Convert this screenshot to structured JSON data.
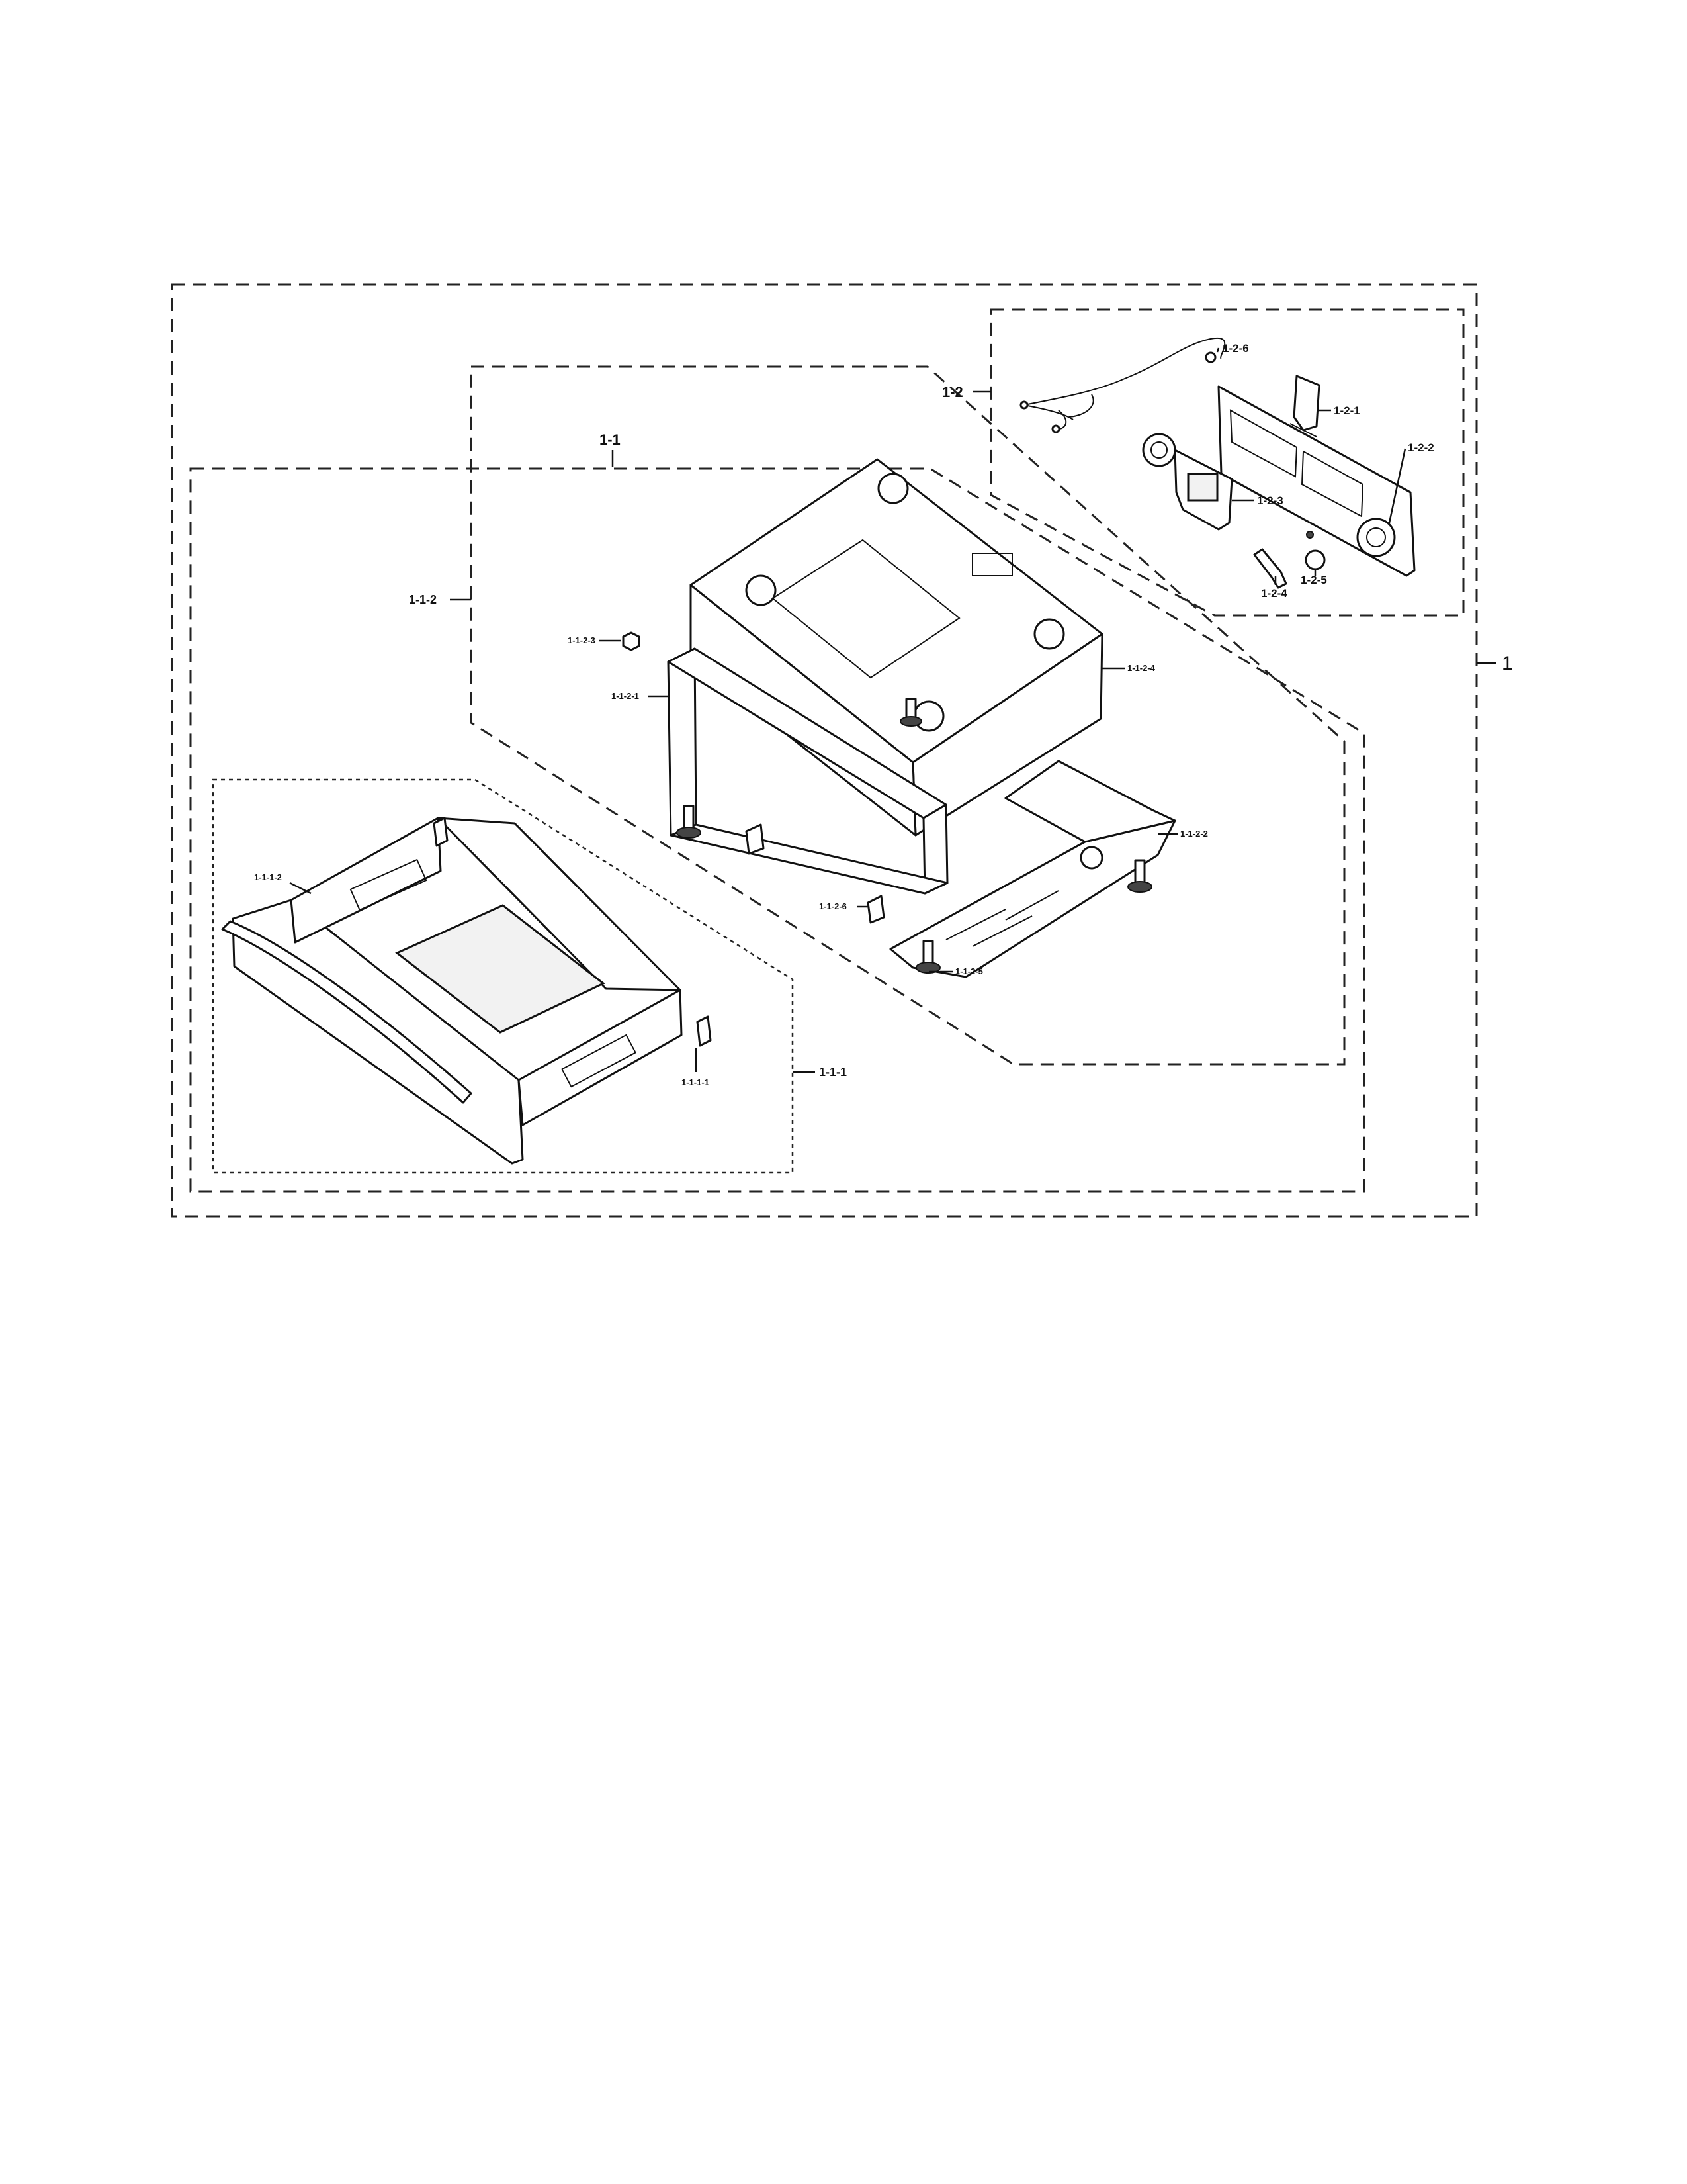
{
  "labels": {
    "assy_1": "1",
    "assy_1_1": "1-1",
    "assy_1_2": "1-2",
    "assy_1_1_1": "1-1-1",
    "assy_1_1_2": "1-1-2",
    "p_1_1_1_1": "1-1-1-1",
    "p_1_1_1_2": "1-1-1-2",
    "p_1_1_2_1": "1-1-2-1",
    "p_1_1_2_2": "1-1-2-2",
    "p_1_1_2_3": "1-1-2-3",
    "p_1_1_2_4": "1-1-2-4",
    "p_1_1_2_5": "1-1-2-5",
    "p_1_1_2_6": "1-1-2-6",
    "p_1_2_1": "1-2-1",
    "p_1_2_2": "1-2-2",
    "p_1_2_3": "1-2-3",
    "p_1_2_4": "1-2-4",
    "p_1_2_5": "1-2-5",
    "p_1_2_6": "1-2-6"
  },
  "colors": {
    "line": "#111111",
    "background": "#ffffff"
  }
}
